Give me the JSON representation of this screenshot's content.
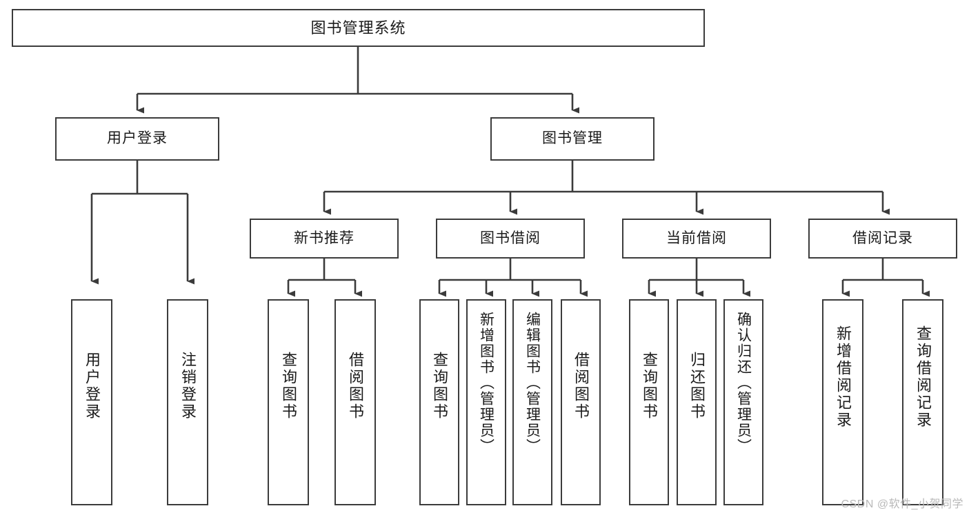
{
  "diagram": {
    "title": "图书管理系统",
    "type": "tree-hierarchy-functional-structure",
    "line_color": "#3b3b3b",
    "box_fill": "#ffffff",
    "text_color": "#1a1a1a"
  },
  "root": {
    "label": "图书管理系统"
  },
  "level1": [
    {
      "label": "用户登录"
    },
    {
      "label": "图书管理"
    }
  ],
  "level2": [
    {
      "label": "新书推荐"
    },
    {
      "label": "图书借阅"
    },
    {
      "label": "当前借阅"
    },
    {
      "label": "借阅记录"
    }
  ],
  "leaves": {
    "user_login": [
      {
        "label": "用户登录"
      },
      {
        "label": "注销登录"
      }
    ],
    "new_book_recommend": [
      {
        "label": "查询图书"
      },
      {
        "label": "借阅图书"
      }
    ],
    "book_borrow": [
      {
        "label": "查询图书"
      },
      {
        "label": "新增图书（管理员）"
      },
      {
        "label": "编辑图书（管理员）"
      },
      {
        "label": "借阅图书"
      }
    ],
    "current_borrow": [
      {
        "label": "查询图书"
      },
      {
        "label": "归还图书"
      },
      {
        "label": "确认归还（管理员）"
      }
    ],
    "borrow_record": [
      {
        "label": "新增借阅记录"
      },
      {
        "label": "查询借阅记录"
      }
    ]
  },
  "watermark": {
    "text": "CSDN @软件_小贺同学"
  }
}
